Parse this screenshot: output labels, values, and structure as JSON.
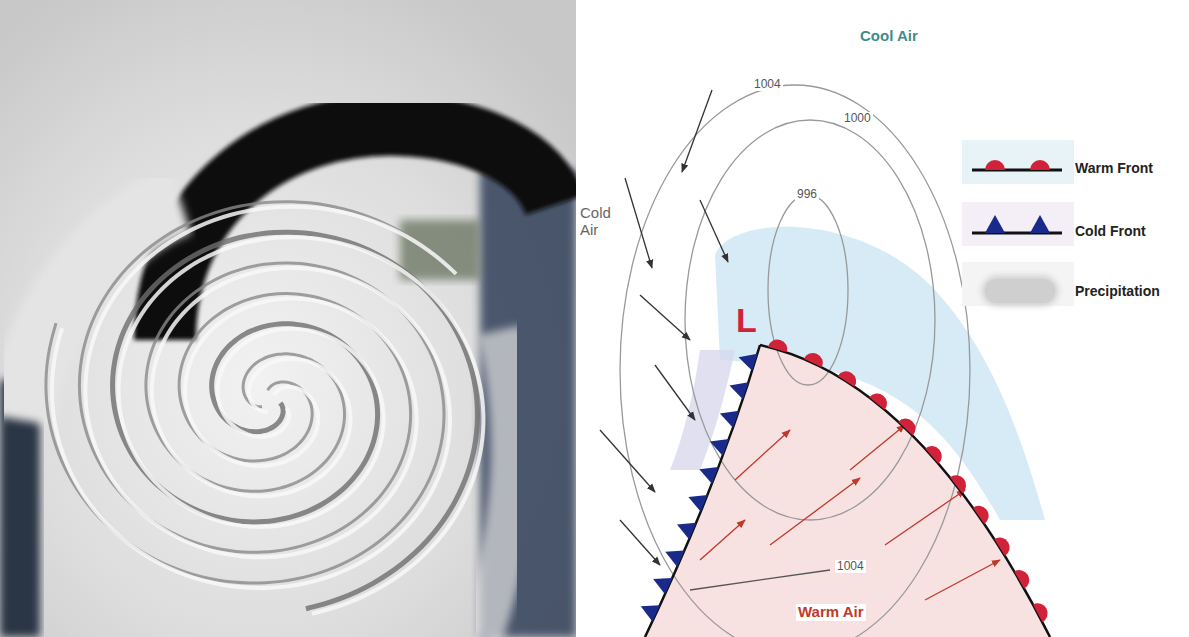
{
  "diagram": {
    "labels": [
      "1004",
      "996",
      "1000",
      "Cool Air",
      "Cold Air",
      "L",
      "1004",
      "Warm Air"
    ],
    "legend": [
      {
        "text": "Warm Front"
      },
      {
        "text": "Cold Front"
      },
      {
        "text": "Precipitation",
        "color": "#cfcfcf"
      }
    ]
  }
}
